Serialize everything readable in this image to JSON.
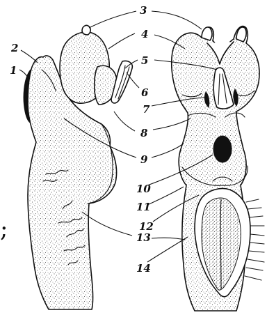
{
  "labels": {
    "n1": "1",
    "n2": "2",
    "n3": "3",
    "n4": "4",
    "n5": "5",
    "n6": "6",
    "n7": "7",
    "n8": "8",
    "n9": "9",
    "n10": "10",
    "n11": "11",
    "n12": "12",
    "n13": "13",
    "n14": "14"
  },
  "edge_text": ";"
}
